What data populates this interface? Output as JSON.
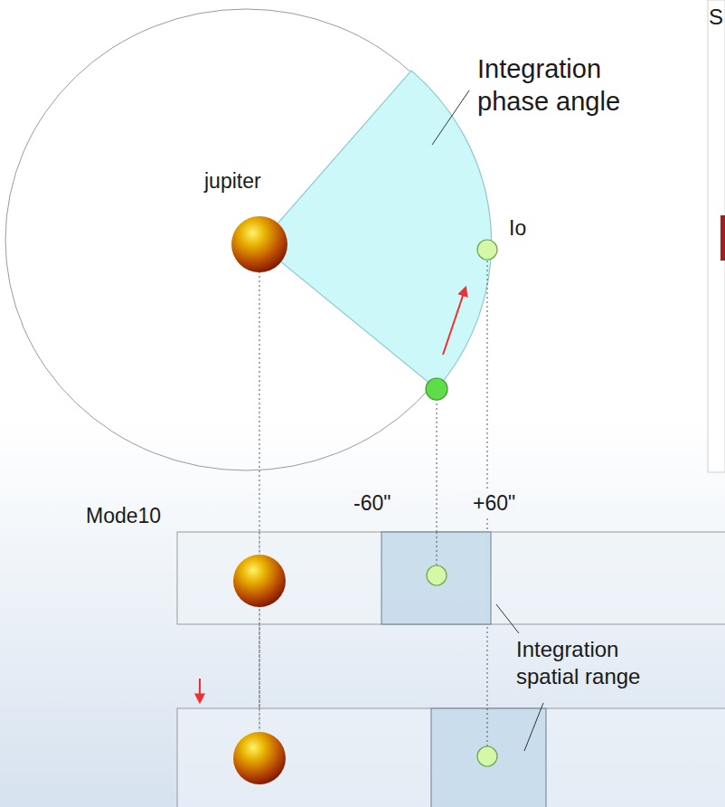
{
  "diagram": {
    "labels": [
      "S",
      "Integration phase angle",
      "jupiter",
      "Io",
      "Mode10",
      "-60\"",
      "+60\"",
      "Integration spatial range"
    ]
  }
}
